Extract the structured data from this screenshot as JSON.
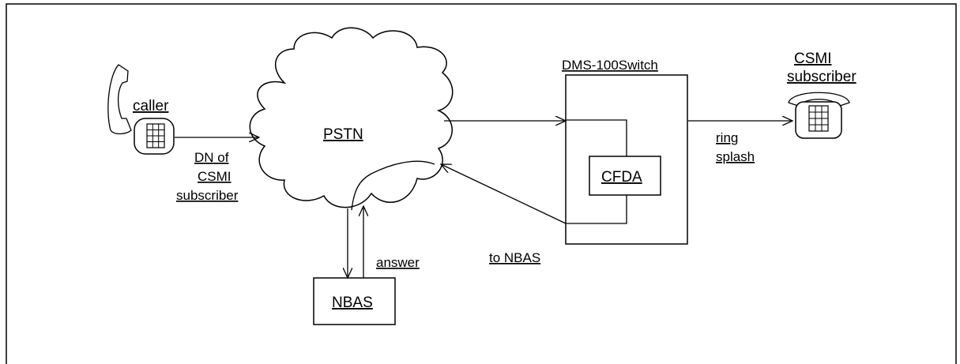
{
  "diagram": {
    "nodes": {
      "caller": "caller",
      "pstn": "PSTN",
      "switch": "DMS-100Switch",
      "cfda": "CFDA",
      "nbas": "NBAS",
      "subscriber_line1": "CSMI",
      "subscriber_line2": "subscriber"
    },
    "edges": {
      "dn_line1": "DN of",
      "dn_line2": "CSMI",
      "dn_line3": "subscriber",
      "ring": "ring",
      "splash": "splash",
      "to_nbas": "to NBAS",
      "answer": "answer"
    }
  }
}
